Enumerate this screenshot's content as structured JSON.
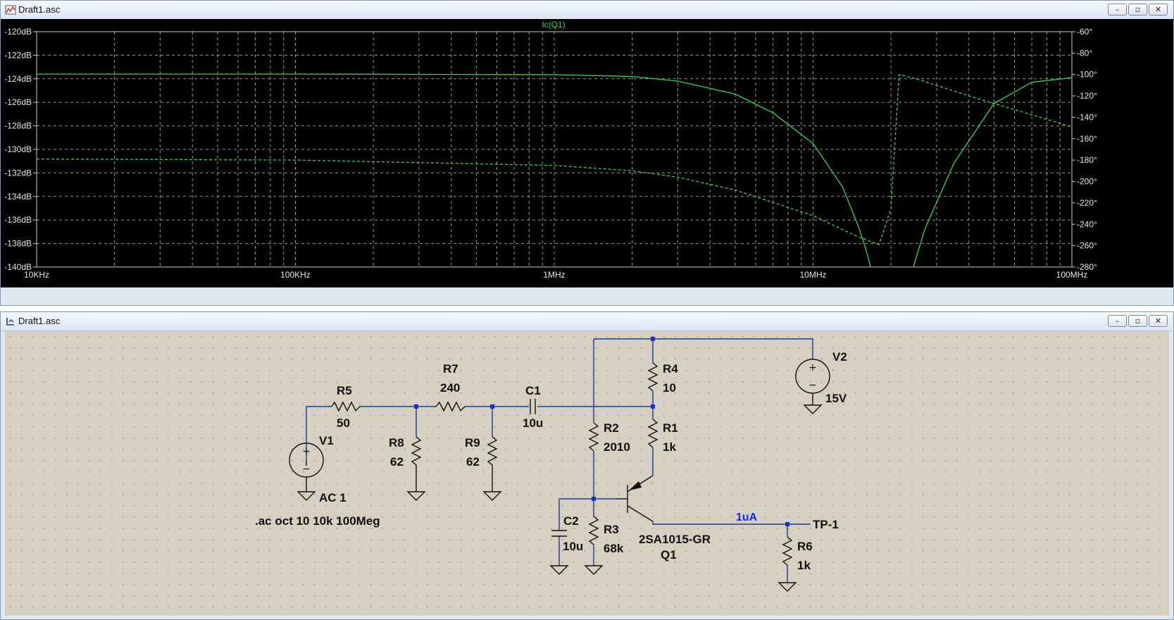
{
  "windows": {
    "plot": {
      "title": "Draft1.asc"
    },
    "schematic": {
      "title": "Draft1.asc"
    }
  },
  "window_buttons": {
    "minimize": "–",
    "restore": "▫",
    "close": "✕"
  },
  "colors": {
    "trace": "#39d353",
    "wire": "#1e3a8a",
    "junction": "#1c2ecf",
    "probe_label": "#1c2ecf",
    "plot_bg": "#000000",
    "grid": "#9a9a9a",
    "schematic_bg": "#d6d0c2"
  },
  "chart_data": {
    "type": "line",
    "title": "Ic(Q1)",
    "x_scale": "log",
    "x_range_hz": [
      10000,
      100000000
    ],
    "x_tick_labels": [
      "10KHz",
      "100KHz",
      "1MHz",
      "10MHz",
      "100MHz"
    ],
    "y_left_range_db": [
      -140,
      -120
    ],
    "y_left_tick_labels": [
      "-120dB",
      "-122dB",
      "-124dB",
      "-126dB",
      "-128dB",
      "-130dB",
      "-132dB",
      "-134dB",
      "-136dB",
      "-138dB",
      "-140dB"
    ],
    "y_right_range_deg": [
      -280,
      -60
    ],
    "y_right_tick_labels": [
      "-60°",
      "-80°",
      "-100°",
      "-120°",
      "-140°",
      "-160°",
      "-180°",
      "-200°",
      "-220°",
      "-240°",
      "-260°",
      "-280°"
    ],
    "grid": true,
    "series": [
      {
        "name": "Ic(Q1)",
        "style": "solid",
        "axis": "left",
        "unit": "dB",
        "points": [
          [
            10000,
            -123.6
          ],
          [
            100000,
            -123.6
          ],
          [
            1000000,
            -123.65
          ],
          [
            2000000,
            -123.8
          ],
          [
            3000000,
            -124.2
          ],
          [
            5000000,
            -125.3
          ],
          [
            7000000,
            -126.9
          ],
          [
            10000000,
            -129.5
          ],
          [
            13000000,
            -133.2
          ],
          [
            15000000,
            -136.6
          ],
          [
            16000000,
            -138.5
          ],
          [
            16700000,
            -140.0
          ]
        ]
      },
      {
        "name": "Ic(Q1)",
        "style": "solid",
        "axis": "left",
        "unit": "dB",
        "points": [
          [
            24400000,
            -140.0
          ],
          [
            27000000,
            -136.8
          ],
          [
            35000000,
            -131.2
          ],
          [
            50000000,
            -126.1
          ],
          [
            70000000,
            -124.3
          ],
          [
            100000000,
            -123.9
          ]
        ]
      },
      {
        "name": "Ic(Q1) phase",
        "style": "dashed",
        "axis": "right",
        "unit": "deg",
        "points": [
          [
            10000,
            -179
          ],
          [
            100000,
            -180
          ],
          [
            1000000,
            -185
          ],
          [
            2000000,
            -190
          ],
          [
            3000000,
            -196
          ],
          [
            5000000,
            -208
          ],
          [
            10000000,
            -232
          ],
          [
            15000000,
            -252
          ],
          [
            18000000,
            -259
          ],
          [
            20000000,
            -225
          ],
          [
            21500000,
            -100
          ],
          [
            25000000,
            -104
          ],
          [
            40000000,
            -120
          ],
          [
            100000000,
            -149
          ]
        ]
      }
    ]
  },
  "schematic": {
    "components": {
      "R5": {
        "name": "R5",
        "value": "50"
      },
      "R7": {
        "name": "R7",
        "value": "240"
      },
      "C1": {
        "name": "C1",
        "value": "10u"
      },
      "R8": {
        "name": "R8",
        "value": "62"
      },
      "R9": {
        "name": "R9",
        "value": "62"
      },
      "R4": {
        "name": "R4",
        "value": "10"
      },
      "R2": {
        "name": "R2",
        "value": "2010"
      },
      "R1": {
        "name": "R1",
        "value": "1k"
      },
      "C2": {
        "name": "C2",
        "value": "10u"
      },
      "R3": {
        "name": "R3",
        "value": "68k"
      },
      "R6": {
        "name": "R6",
        "value": "1k"
      },
      "V1": {
        "name": "V1",
        "value": "AC 1"
      },
      "V2": {
        "name": "V2",
        "value": "15V"
      },
      "Q1": {
        "name": "Q1",
        "model": "2SA1015-GR"
      }
    },
    "directive": ".ac oct 10 10k 100Meg",
    "probe_label": "1uA",
    "net_label": "TP-1"
  }
}
